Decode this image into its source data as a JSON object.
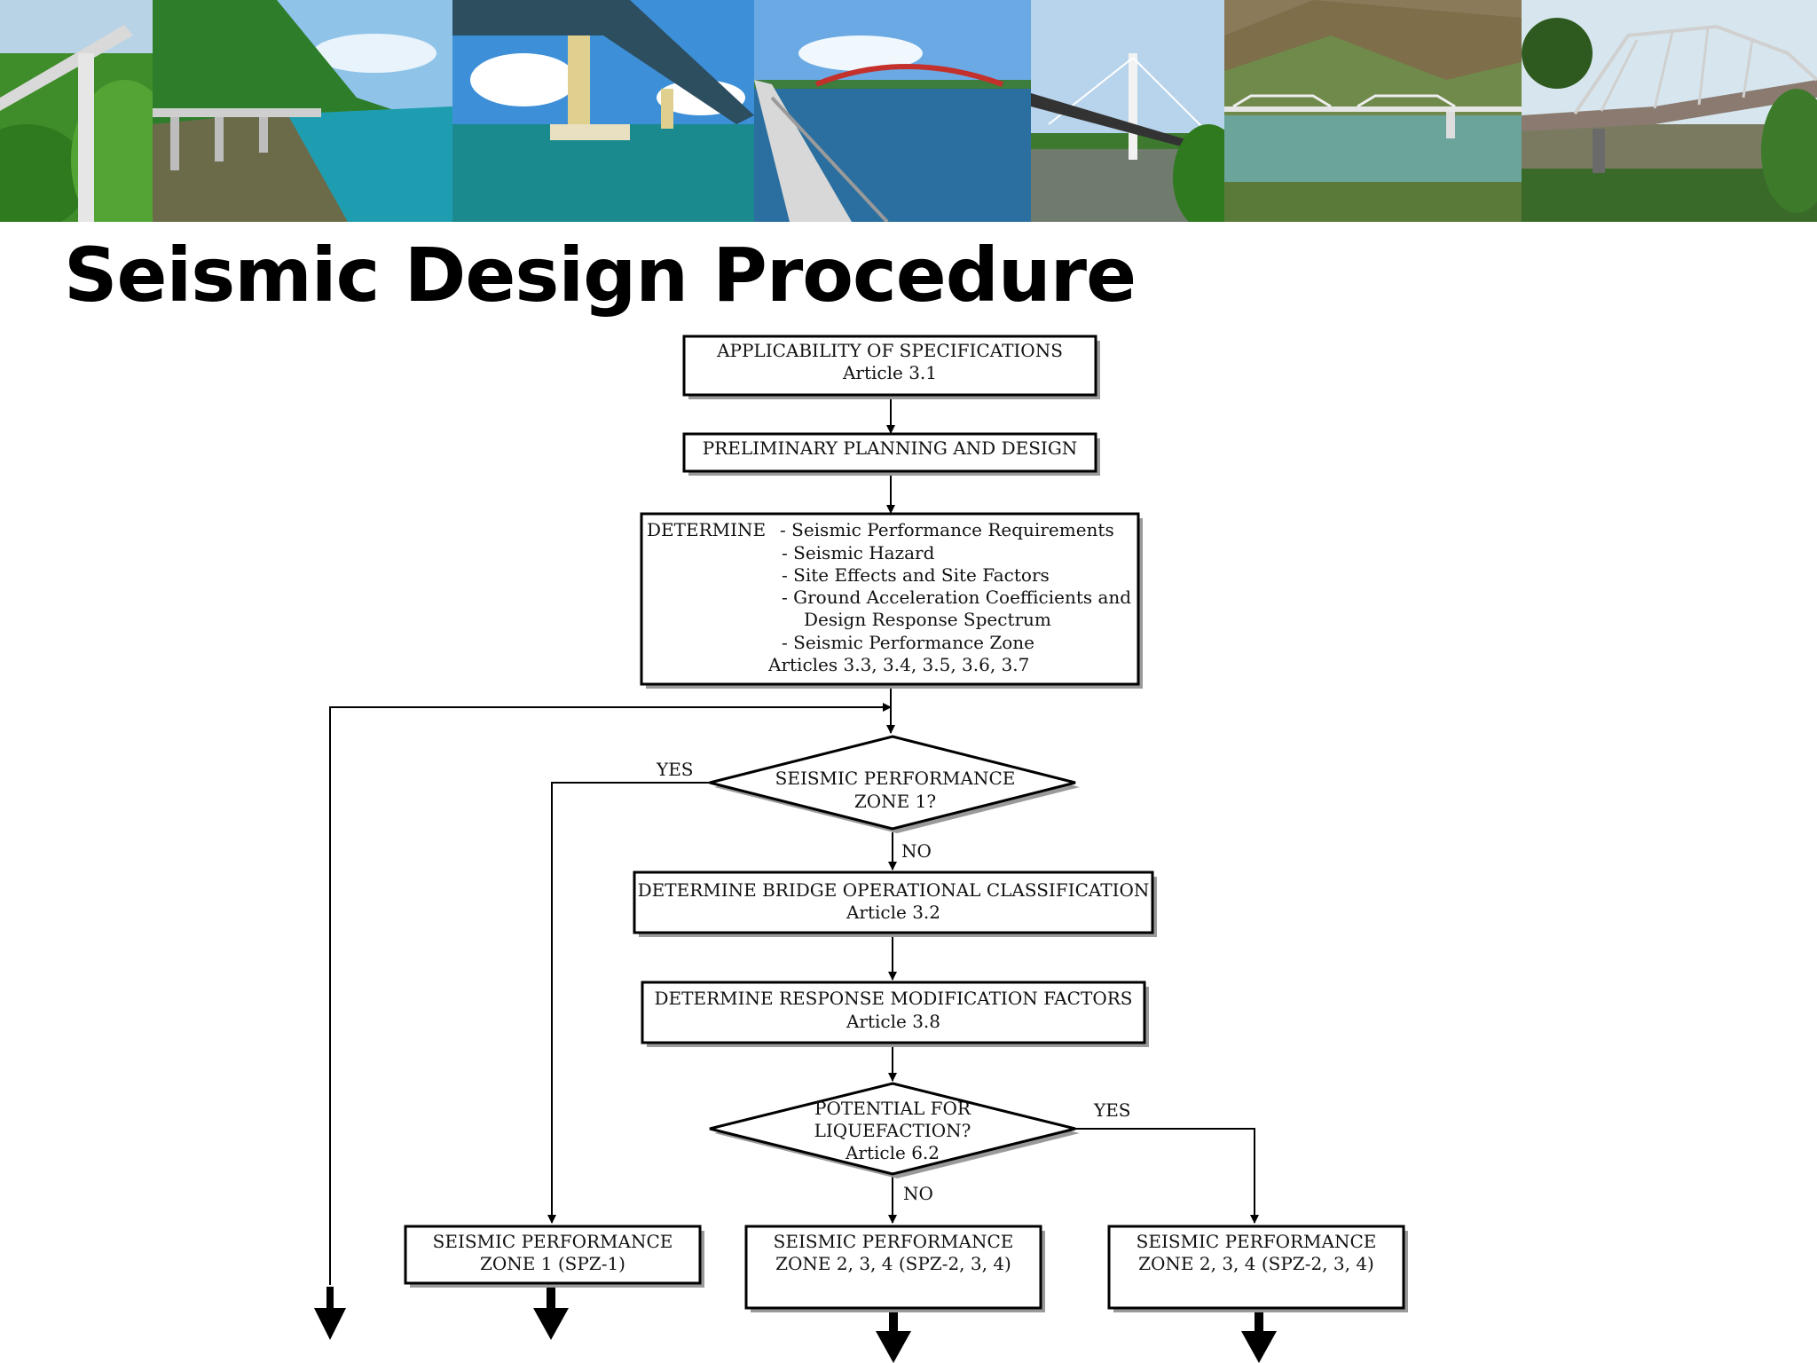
{
  "page": {
    "title": "Seismic Design Procedure"
  },
  "banner": {
    "photos": [
      {
        "name": "photo-viaduct-forest"
      },
      {
        "name": "photo-coastal-viaduct"
      },
      {
        "name": "photo-bridge-underside"
      },
      {
        "name": "photo-red-arch-bridge"
      },
      {
        "name": "photo-cable-stayed-bridge"
      },
      {
        "name": "photo-truss-bridge-mountain"
      },
      {
        "name": "photo-steel-truss-bridge"
      }
    ]
  },
  "flow": {
    "applicability": {
      "line1": "APPLICABILITY OF SPECIFICATIONS",
      "line2": "Article 3.1"
    },
    "preliminary": {
      "line1": "PRELIMINARY PLANNING AND DESIGN"
    },
    "determine": {
      "heading": "DETERMINE",
      "items": [
        "- Seismic Performance Requirements",
        "- Seismic Hazard",
        "- Site Effects and Site Factors",
        "- Ground Acceleration Coefficients and",
        "Design Response Spectrum",
        "- Seismic Performance Zone"
      ],
      "articles": "Articles 3.3, 3.4, 3.5, 3.6, 3.7"
    },
    "zone_decision": {
      "line1": "SEISMIC PERFORMANCE",
      "line2": "ZONE 1?",
      "yes": "YES",
      "no": "NO"
    },
    "operational": {
      "line1": "DETERMINE BRIDGE OPERATIONAL CLASSIFICATION",
      "line2": "Article 3.2"
    },
    "response": {
      "line1": "DETERMINE RESPONSE MODIFICATION FACTORS",
      "line2": "Article 3.8"
    },
    "liquefaction": {
      "line1": "POTENTIAL FOR",
      "line2": "LIQUEFACTION?",
      "line3": "Article 6.2",
      "yes": "YES",
      "no": "NO"
    },
    "spz1": {
      "line1": "SEISMIC PERFORMANCE",
      "line2": "ZONE 1 (SPZ-1)"
    },
    "spz234a": {
      "line1": "SEISMIC PERFORMANCE",
      "line2": "ZONE 2, 3, 4 (SPZ-2, 3, 4)"
    },
    "spz234b": {
      "line1": "SEISMIC PERFORMANCE",
      "line2": "ZONE 2, 3, 4 (SPZ-2, 3, 4)"
    }
  }
}
